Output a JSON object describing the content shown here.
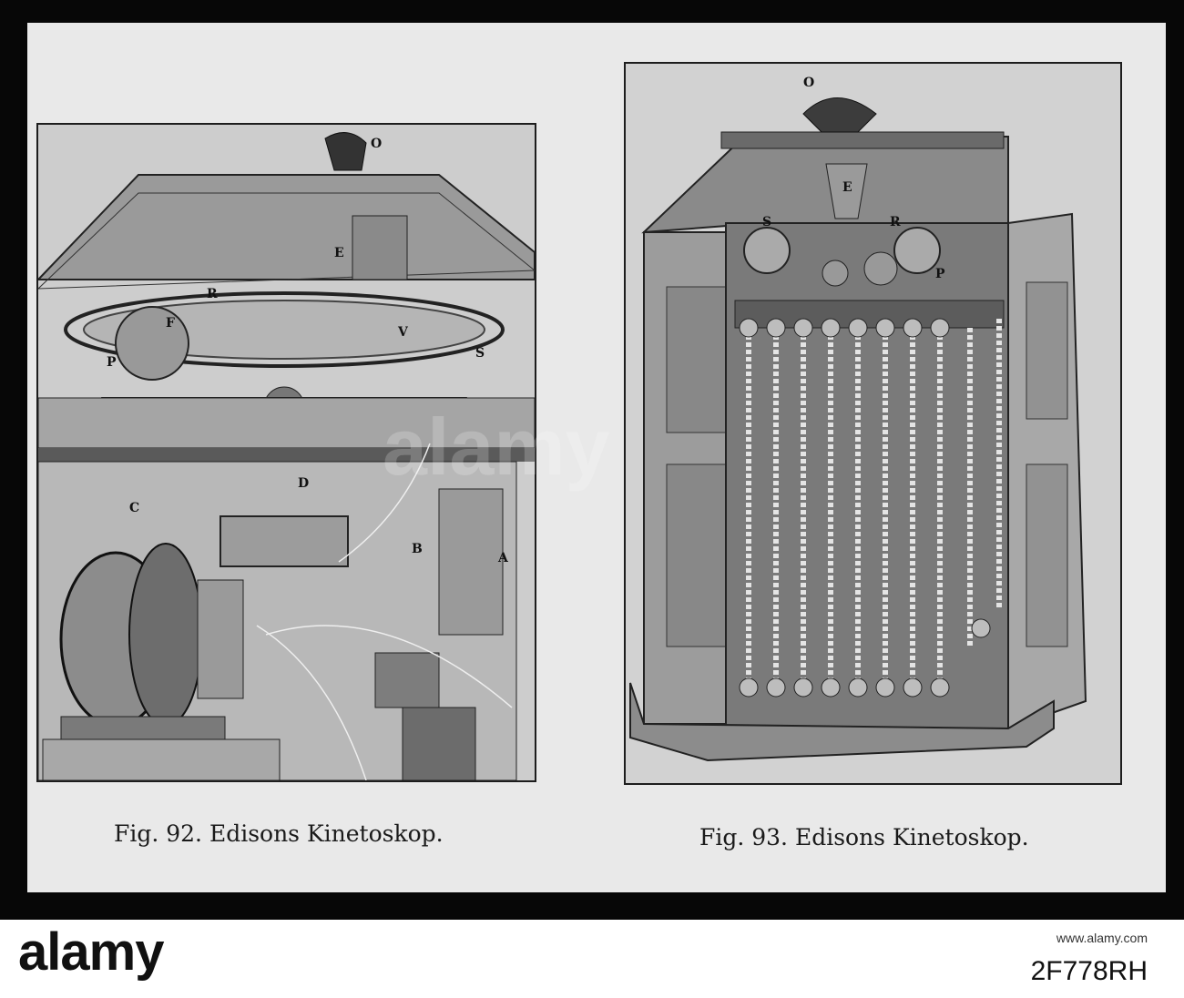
{
  "figures": [
    {
      "caption": "Fig. 92.  Edisons Kinetoskop.",
      "labels": [
        "O",
        "E",
        "R",
        "F",
        "V",
        "S",
        "P",
        "D",
        "C",
        "B",
        "A"
      ]
    },
    {
      "caption": "Fig. 93.  Edisons Kinetoskop.",
      "labels": [
        "O",
        "E",
        "S",
        "R",
        "P"
      ]
    }
  ],
  "watermark": "alamy",
  "footer": {
    "logo": "alamy",
    "image_id": "2F778RH",
    "ref_text": "www.alamy.com"
  }
}
